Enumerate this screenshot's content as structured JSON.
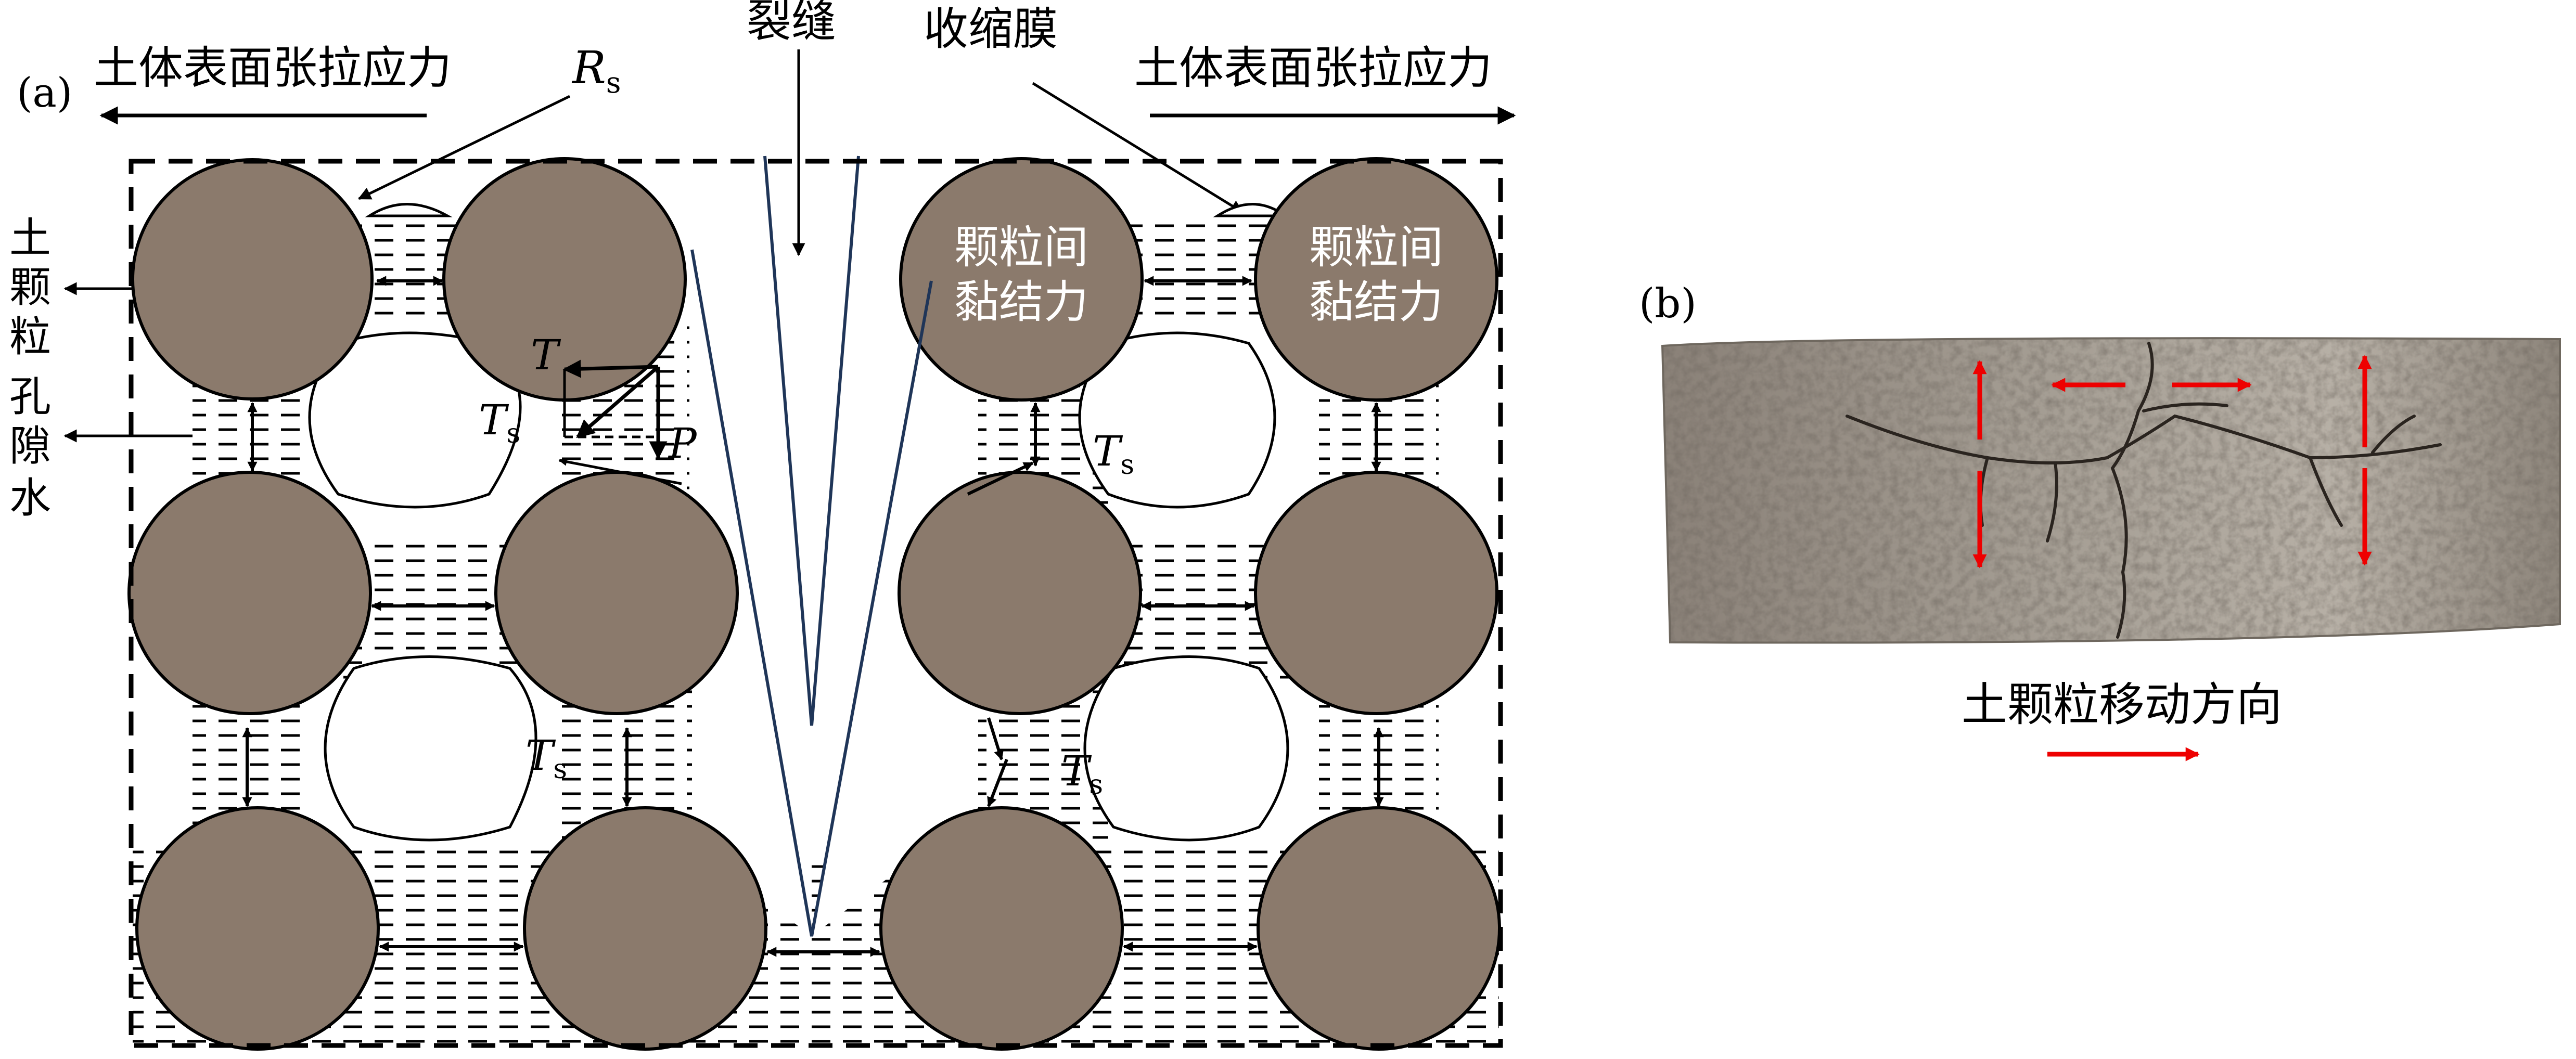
{
  "panel_a": {
    "label": "(a)",
    "tension_left": "土体表面张拉应力",
    "tension_right": "土体表面张拉应力",
    "rs_main": "R",
    "rs_sub": "s",
    "crack": "裂缝",
    "film": "收缩膜",
    "soil_particle": [
      "土",
      "颗",
      "粒"
    ],
    "pore_water": [
      "孔",
      "隙",
      "水"
    ],
    "bond_line1": "颗粒间",
    "bond_line2": "黏结力",
    "t_main": "T",
    "ts_main": "T",
    "ts_sub": "s",
    "p_label": "P"
  },
  "panel_b": {
    "label": "(b)",
    "direction_caption": "土颗粒移动方向"
  },
  "colors": {
    "particle": "#8b7a6c",
    "crack_line": "#1f3558",
    "arrow_red": "#ee0000",
    "sample_base": "#948c82"
  }
}
